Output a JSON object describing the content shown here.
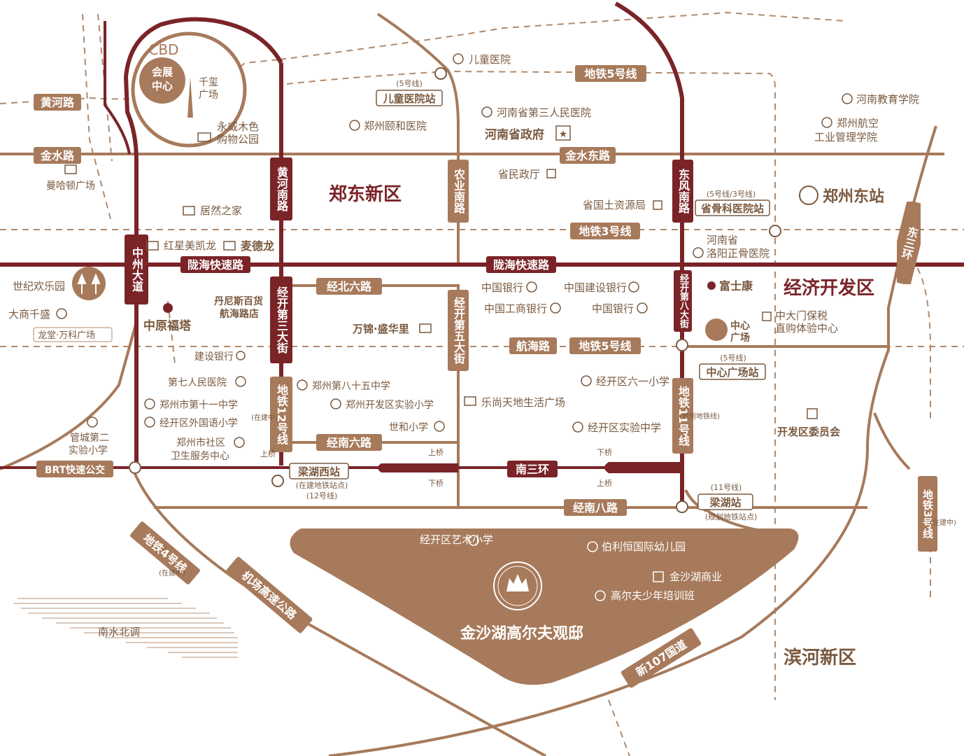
{
  "colors": {
    "dark_road": "#7a2428",
    "light_road": "#a77a5b",
    "text": "#7a5a40",
    "label_bg": "#a77a5b",
    "label_text": "#ffffff",
    "district": "#7a2428",
    "dashed": "#a77a5b",
    "lake_fill": "#a77a5b"
  },
  "districts": {
    "zhengdong": "郑东新区",
    "jingji": "经济开发区",
    "binhe": "滨河新区"
  },
  "cbd": {
    "title": "CBD",
    "center_line1": "会展",
    "center_line2": "中心",
    "qianxi_line1": "千玺",
    "qianxi_line2": "广场"
  },
  "roads": {
    "huanghe_lu": "黄河路",
    "jinshui_lu": "金水路",
    "jinshui_dong_lu": "金水东路",
    "longhai": "陇海快速路",
    "longhai2": "陇海快速路",
    "zhongzhou": "中州大道",
    "huanghe_nanlu": "黄河南路",
    "nongye_nanlu": "农业南路",
    "dongfeng_nanlu": "东风南路",
    "jingbei6": "经北六路",
    "jingkai3": "经开第三大街",
    "jingkai5": "经开第五大街",
    "jingkai8": "经开第八大街",
    "hanghai": "航海路",
    "jingnan6": "经南六路",
    "nansanhuan": "南三环",
    "jingnan8": "经南八路",
    "brt": "BRT快速公交",
    "dongsanhuan": "东三环",
    "jichang": "机场高速公路",
    "guodao107": "新107国道",
    "metro4": "地铁4号线",
    "metro5_top": "地铁5号线",
    "metro3": "地铁3号线",
    "metro5_mid": "地铁5号线",
    "metro12": "地铁12号线",
    "metro11": "地铁11号线",
    "metro3_right": "地铁3号线",
    "zaijianzhong": "(在建中)",
    "guihua": "(规划地铁线)",
    "shangqiao": "上桥",
    "xiaqiao": "下桥"
  },
  "stations": {
    "ertong": "儿童医院站",
    "ertong_line": "(5号线)",
    "shenggu": "省骨科医院站",
    "shenggu_line": "(5号线/3号线)",
    "zhongxin": "中心广场站",
    "zhongxin_line": "(5号线)",
    "lianghu_west": "梁湖西站",
    "lianghu_west_note": "(在建地铁站点)",
    "lianghu_west_line": "(12号线)",
    "lianghu": "梁湖站",
    "lianghu_line": "(11号线)",
    "lianghu_note": "(规划地铁站点)"
  },
  "pois": {
    "ertong_yiyuan": "儿童医院",
    "sanrenmin": "河南省第三人民医院",
    "yihe": "郑州颐和医院",
    "shengzhengfu": "河南省政府",
    "yongwei1": "永威木色",
    "yongwei2": "购物公园",
    "manhadun": "曼哈顿广场",
    "shengmin": "省民政厅",
    "guotu": "省国土资源局",
    "jiaoyu": "河南教育学院",
    "hangkong1": "郑州航空",
    "hangkong2": "工业管理学院",
    "dongzhan": "郑州东站",
    "juran": "居然之家",
    "hongxing": "红星美凯龙",
    "maidelong": "麦德龙",
    "luoyang1": "河南省",
    "luoyang2": "洛阳正骨医院",
    "shiji": "世纪欢乐园",
    "dashang": "大商千盛",
    "longtang": "龙堂·万科广场",
    "zhongyuan": "中原福塔",
    "danisi1": "丹尼斯百货",
    "danisi2": "航海路店",
    "zgyh1": "中国银行",
    "jsyh": "中国建设银行",
    "fushikang": "富士康",
    "gsyh": "中国工商银行",
    "zgyh2": "中国银行",
    "zhongdamen1": "中大门保税",
    "zhongdamen2": "直购体验中心",
    "wanjin": "万锦·盛华里",
    "zhongxin_gc1": "中心",
    "zhongxin_gc2": "广场",
    "jianshe": "建设银行",
    "diqi": "第七人民医院",
    "shiyi": "郑州市第十一中学",
    "waiguoyu": "经开区外国语小学",
    "shequ1": "郑州市社区",
    "shequ2": "卫生服务中心",
    "guancheng1": "管城第二",
    "guancheng2": "实验小学",
    "bashiwu": "郑州第八十五中学",
    "shiyan_xx": "郑州开发区实验小学",
    "shihe": "世和小学",
    "leshang": "乐尚天地生活广场",
    "liuyi": "经开区六一小学",
    "shiyan_zx": "经开区实验中学",
    "weiyuanhui": "开发区委员会",
    "yishu": "经开区艺术小学",
    "bolihang": "伯利恒国际幼儿园",
    "jinsha_sy": "金沙湖商业",
    "gaoerfu": "高尔夫少年培训班",
    "nanshui": "南水北调",
    "project": "金沙湖高尔夫观邸"
  }
}
